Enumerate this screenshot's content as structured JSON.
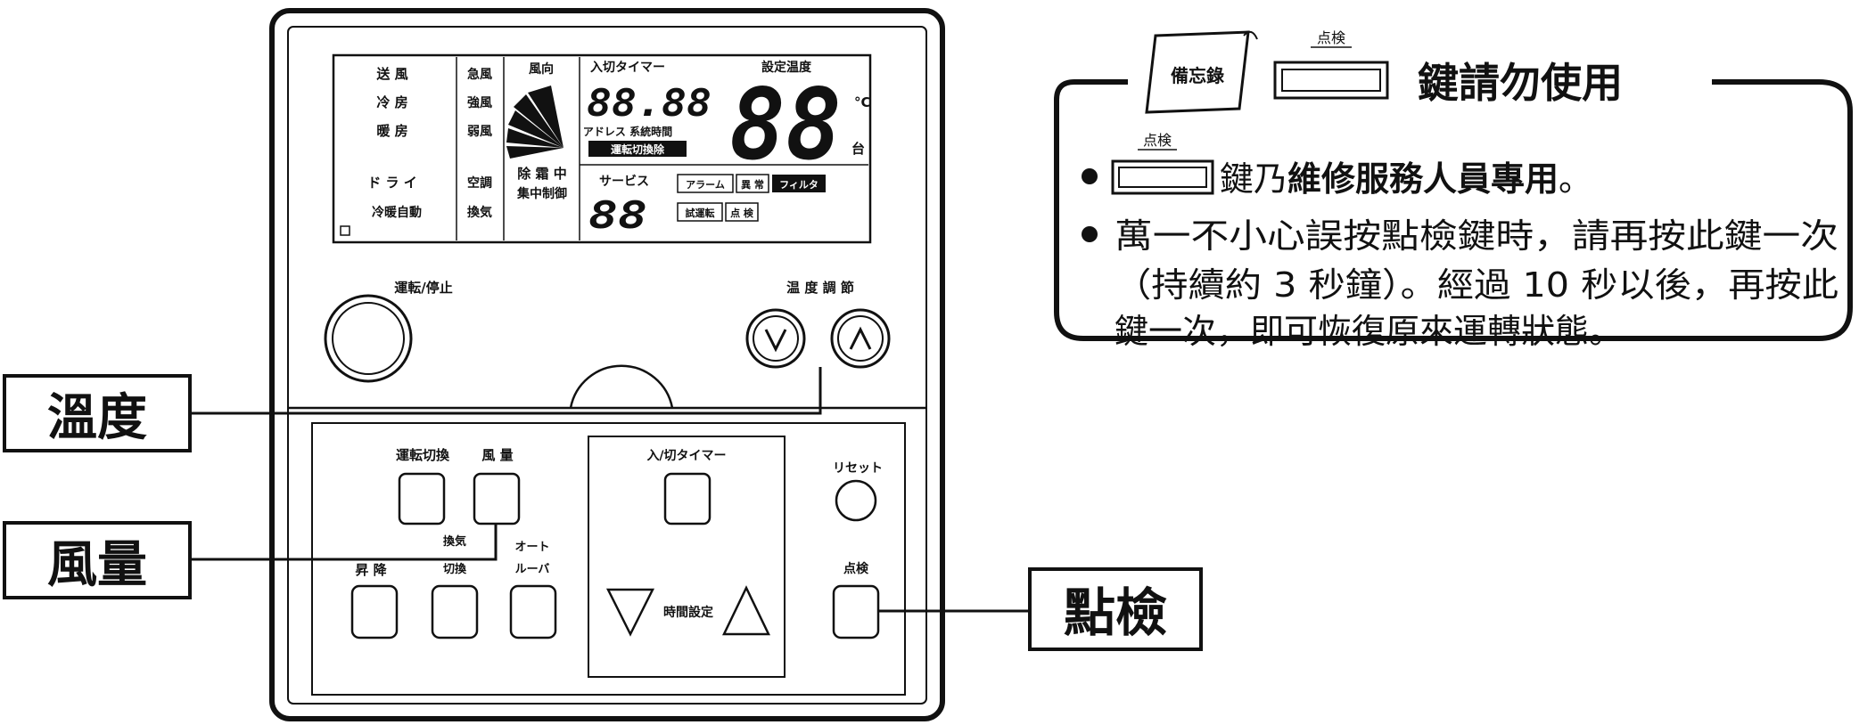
{
  "lcd": {
    "modes": [
      "送 風",
      "冷 房",
      "暖 房",
      "ド ラ イ",
      "冷暖自動"
    ],
    "fan": [
      "急風",
      "強風",
      "弱風"
    ],
    "aircon": "空調",
    "vent": "換気",
    "wind_dir": "風向",
    "defrost": "除 霜 中",
    "central": "集中制御",
    "timer_label": "入切タイマー",
    "timer_value": "88.88",
    "address_label": "アドレス 系統時間",
    "inverted": "運転切換除",
    "service_label": "サービス",
    "service_value": "88",
    "set_temp_label": "設定温度",
    "set_temp_value": "88",
    "unit_c": "°C",
    "unit_dai": "台",
    "badges": [
      "アラーム",
      "異 常",
      "フィルタ",
      "試運転",
      "点 検"
    ]
  },
  "top": {
    "run_stop": "運転/停止",
    "temp_adjust": "温 度 調 節"
  },
  "panel": {
    "mode_switch": "運転切換",
    "fan_amount": "風 量",
    "lift": "昇 降",
    "vent_switch_1": "換気",
    "vent_switch_2": "切換",
    "auto_louver_1": "オート",
    "auto_louver_2": "ルーバ",
    "timer": "入/切タイマー",
    "time_set": "時間設定",
    "reset": "リセット",
    "check": "点検"
  },
  "callouts": {
    "temp": "溫度",
    "fan": "風量",
    "check": "點檢"
  },
  "note": {
    "memo_tab": "備忘錄",
    "check_small_1": "点検",
    "title": "鍵請勿使用",
    "check_small_2": "点検",
    "line1_a": "鍵乃",
    "line1_b": "維修服務人員專用",
    "line1_c": "。",
    "line2": "萬一不小心誤按點檢鍵時，請再按此鍵一次",
    "line3": "（持續約 3 秒鐘）。經過 10 秒以後，再按此",
    "line4": "鍵一次，即可恢復原來運轉狀態。"
  }
}
